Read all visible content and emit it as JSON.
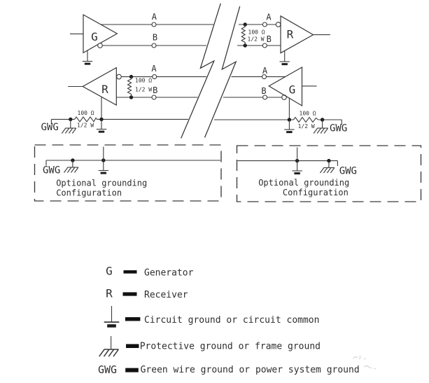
{
  "colors": {
    "background": "#ffffff",
    "ink": "#3a3a3a"
  },
  "schematic": {
    "wire_labels": {
      "a": "A",
      "b": "B"
    },
    "generator_label": "G",
    "receiver_label": "R",
    "ground_wire_label": "GWG",
    "resistor": {
      "value": "100 Ω",
      "rating": "1/2 W"
    },
    "optional_box": {
      "line1": "Optional grounding",
      "line2": "Configuration",
      "gwg": "GWG"
    }
  },
  "legend": {
    "items": [
      {
        "key": "generator",
        "symbol_text": "G",
        "label": "Generator"
      },
      {
        "key": "receiver",
        "symbol_text": "R",
        "label": "Receiver"
      },
      {
        "key": "circuit-ground",
        "icon": "circuit-ground-icon",
        "label": "Circuit ground or circuit common"
      },
      {
        "key": "protective-ground",
        "icon": "protective-ground-icon",
        "label": "Protective ground or frame ground"
      },
      {
        "key": "green-wire-ground",
        "symbol_text": "GWG",
        "label": "Green wire ground or power system ground"
      }
    ]
  }
}
